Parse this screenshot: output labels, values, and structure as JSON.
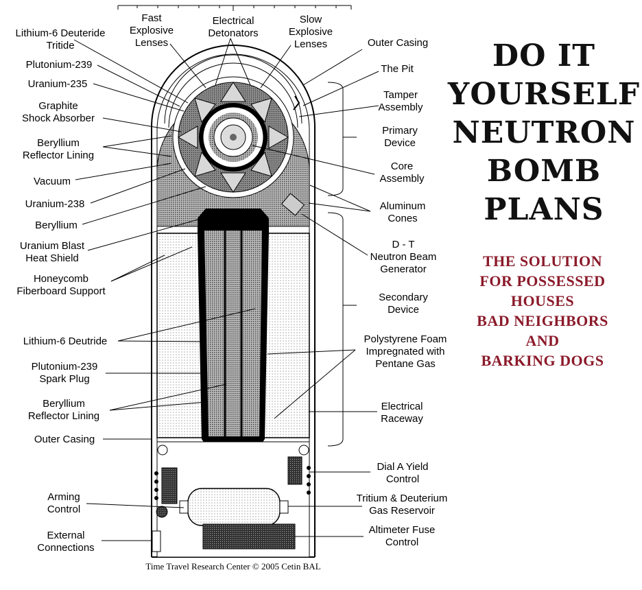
{
  "headline": [
    "DO IT",
    "YOURSELF",
    "NEUTRON",
    "BOMB",
    "PLANS"
  ],
  "subhead": [
    "THE SOLUTION",
    "FOR POSSESSED",
    "HOUSES",
    "BAD NEIGHBORS",
    "AND",
    "BARKING DOGS"
  ],
  "credit": "Time Travel Research Center © 2005 Cetin BAL",
  "labels": {
    "fast_lenses": [
      "Fast",
      "Explosive",
      "Lenses"
    ],
    "detonators": [
      "Electrical",
      "Detonators"
    ],
    "slow_lenses": [
      "Slow",
      "Explosive",
      "Lenses"
    ],
    "lithium6_deuteride_tritide": [
      "Lithium-6 Deuteride",
      "Tritide"
    ],
    "plutonium239_top": [
      "Plutonium-239"
    ],
    "uranium235": [
      "Uranium-235"
    ],
    "graphite": [
      "Graphite",
      "Shock Absorber"
    ],
    "beryllium_reflector_top": [
      "Beryllium",
      "Reflector Lining"
    ],
    "vacuum": [
      "Vacuum"
    ],
    "uranium238": [
      "Uranium-238"
    ],
    "beryllium": [
      "Beryllium"
    ],
    "blast_shield": [
      "Uranium Blast",
      "Heat Shield"
    ],
    "honeycomb": [
      "Honeycomb",
      "Fiberboard Support"
    ],
    "lithium6_deutride": [
      "Lithium-6 Deutride"
    ],
    "spark_plug": [
      "Plutonium-239",
      "Spark Plug"
    ],
    "beryllium_reflector_bottom": [
      "Beryllium",
      "Reflector Lining"
    ],
    "outer_casing_left": [
      "Outer Casing"
    ],
    "arming_control": [
      "Arming",
      "Control"
    ],
    "external_connections": [
      "External",
      "Connections"
    ],
    "outer_casing_right": [
      "Outer Casing"
    ],
    "the_pit": [
      "The Pit"
    ],
    "tamper": [
      "Tamper",
      "Assembly"
    ],
    "primary": [
      "Primary",
      "Device"
    ],
    "core": [
      "Core",
      "Assembly"
    ],
    "aluminum_cones": [
      "Aluminum",
      "Cones"
    ],
    "dt_generator": [
      "D - T",
      "Neutron Beam",
      "Generator"
    ],
    "secondary": [
      "Secondary",
      "Device"
    ],
    "polystyrene": [
      "Polystyrene Foam",
      "Impregnated with",
      "Pentane Gas"
    ],
    "raceway": [
      "Electrical",
      "Raceway"
    ],
    "dial_yield": [
      "Dial A Yield",
      "Control"
    ],
    "gas_reservoir": [
      "Tritium & Deuterium",
      "Gas Reservoir"
    ],
    "altimeter": [
      "Altimeter Fuse",
      "Control"
    ]
  }
}
